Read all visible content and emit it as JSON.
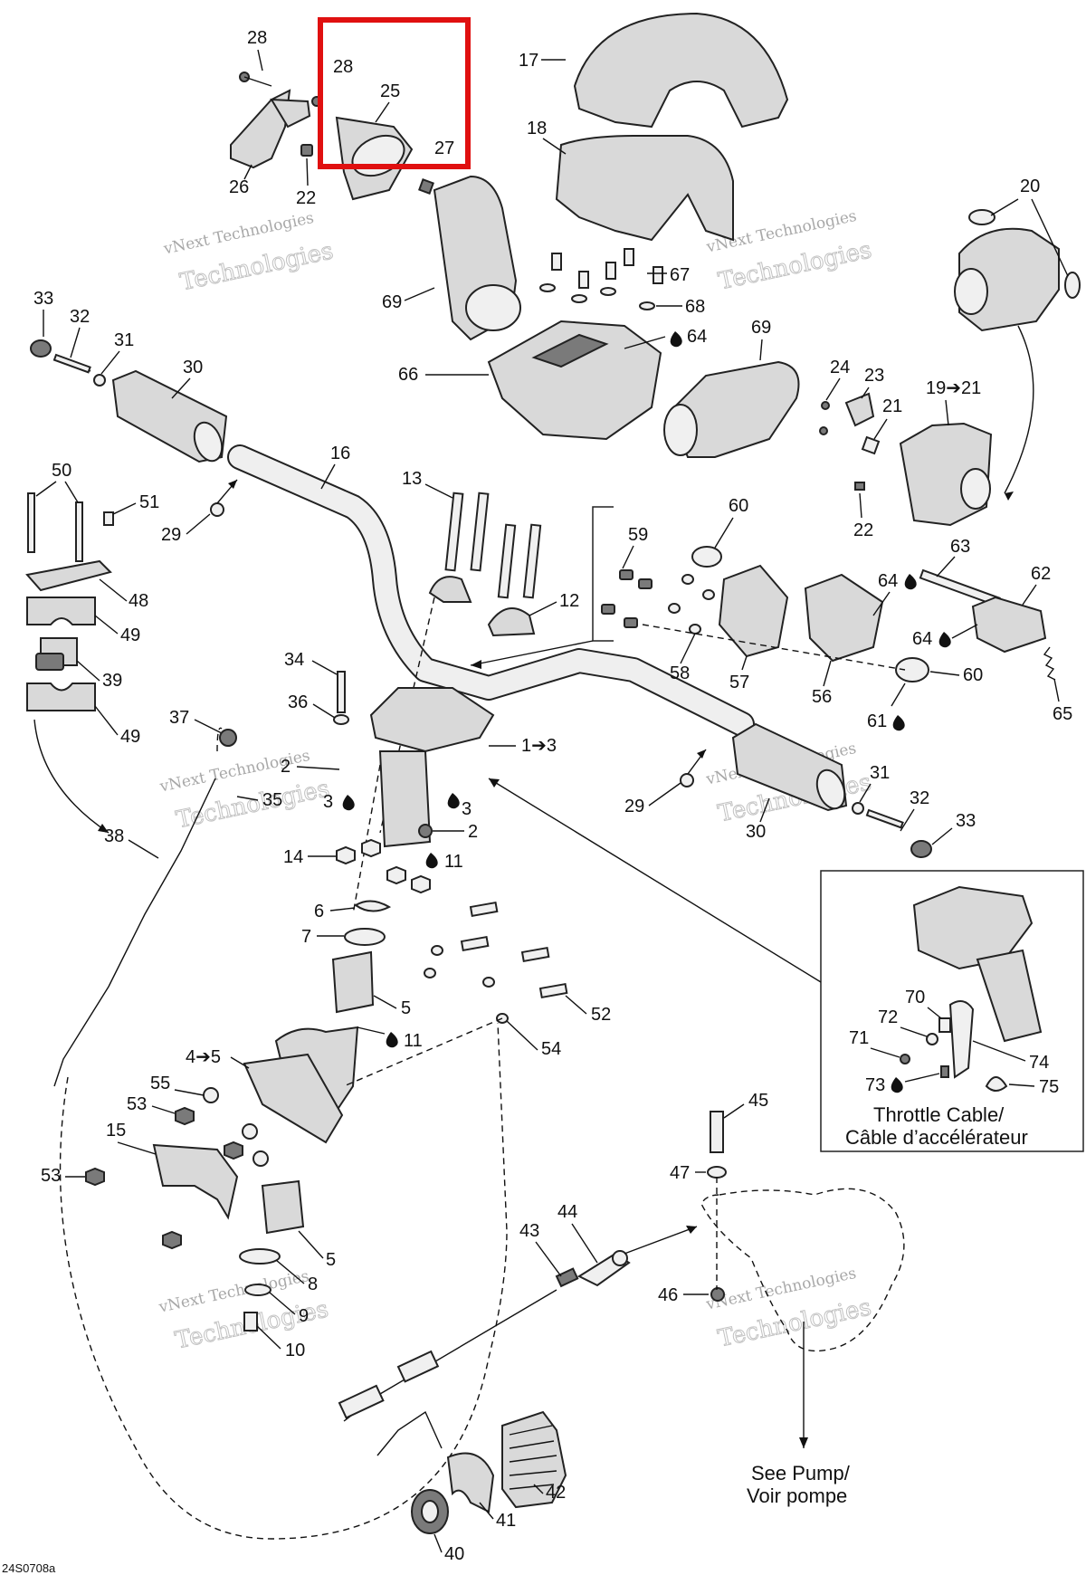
{
  "callouts": {
    "c28a": "28",
    "c28b": "28",
    "c25": "25",
    "c27": "27",
    "c26": "26",
    "c22a": "22",
    "c17": "17",
    "c18": "18",
    "c20": "20",
    "c69a": "69",
    "c69b": "69",
    "c67": "67",
    "c68": "68",
    "c64a": "64",
    "c66": "66",
    "c24": "24",
    "c23": "23",
    "c21": "21",
    "c19": "19➔21",
    "c22b": "22",
    "c33a": "33",
    "c32a": "32",
    "c31a": "31",
    "c30a": "30",
    "c16": "16",
    "c50": "50",
    "c51": "51",
    "c29a": "29",
    "c48": "48",
    "c49a": "49",
    "c39": "39",
    "c49b": "49",
    "c13": "13",
    "c12": "12",
    "c59": "59",
    "c60a": "60",
    "c63": "63",
    "c62": "62",
    "c64b": "64",
    "c64c": "64",
    "c58": "58",
    "c57": "57",
    "c56": "56",
    "c60b": "60",
    "c61": "61",
    "c65": "65",
    "c34": "34",
    "c36": "36",
    "c37": "37",
    "c2a": "2",
    "c35": "35",
    "c13to3": "1➔3",
    "c3a": "3",
    "c3b": "3",
    "c2b": "2",
    "c11a": "11",
    "c14": "14",
    "c29b": "29",
    "c30b": "30",
    "c31b": "31",
    "c32b": "32",
    "c33b": "33",
    "c38": "38",
    "c6": "6",
    "c7": "7",
    "c5a": "5",
    "c11b": "11",
    "c52": "52",
    "c54": "54",
    "c4to5": "4➔5",
    "c55": "55",
    "c53a": "53",
    "c15": "15",
    "c53b": "53",
    "c5b": "5",
    "c8": "8",
    "c9": "9",
    "c10": "10",
    "c70": "70",
    "c72": "72",
    "c71": "71",
    "c74": "74",
    "c73": "73",
    "c75": "75",
    "c45": "45",
    "c47": "47",
    "c43": "43",
    "c44": "44",
    "c46": "46",
    "c42": "42",
    "c41": "41",
    "c40": "40"
  },
  "captions": {
    "throttle_en": "Throttle Cable/",
    "throttle_fr": "Câble d’accélérateur",
    "pump_en": "See Pump/",
    "pump_fr": "Voir pompe",
    "doc_code": "24S0708a"
  },
  "watermark": {
    "line1": "vNext Technologies",
    "line2": "Technologies"
  },
  "colors": {
    "highlight": "#e01010"
  }
}
